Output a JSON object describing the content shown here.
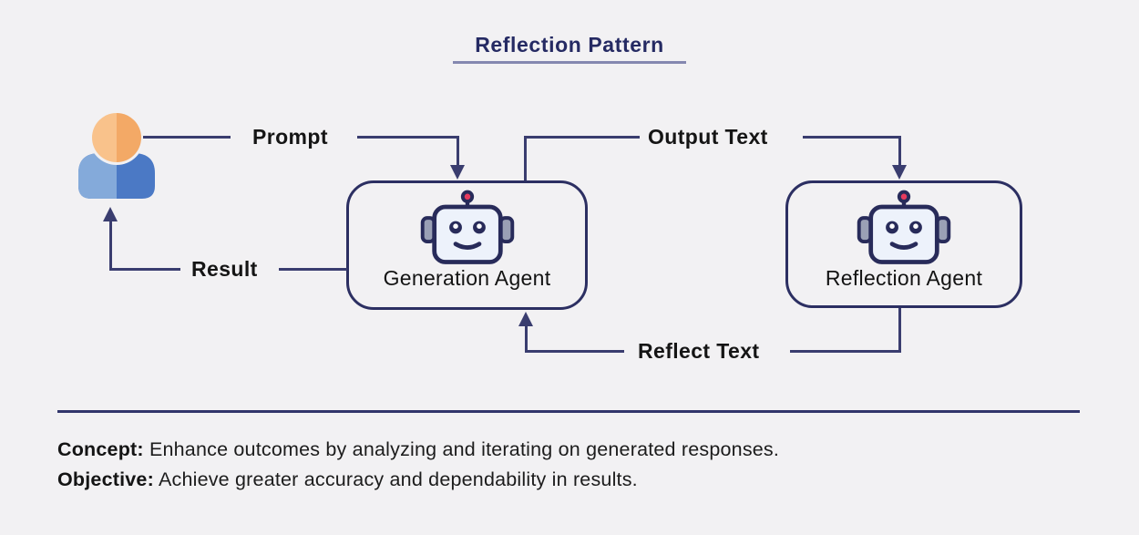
{
  "title": {
    "text": "Reflection Pattern"
  },
  "person": {
    "icon": "user-icon"
  },
  "nodes": {
    "generation": {
      "label": "Generation Agent",
      "icon": "robot-icon"
    },
    "reflection": {
      "label": "Reflection Agent",
      "icon": "robot-icon"
    }
  },
  "edges": {
    "prompt": {
      "label": "Prompt",
      "from": "user",
      "to": "generation"
    },
    "output": {
      "label": "Output Text",
      "from": "generation",
      "to": "reflection"
    },
    "reflect": {
      "label": "Reflect Text",
      "from": "reflection",
      "to": "generation"
    },
    "result": {
      "label": "Result",
      "from": "generation",
      "to": "user"
    }
  },
  "footer": {
    "concept_label": "Concept:",
    "concept_text": "Enhance outcomes by analyzing and iterating on generated responses.",
    "objective_label": "Objective:",
    "objective_text": "Achieve greater accuracy and dependability in results."
  },
  "colors": {
    "background": "#f2f1f3",
    "line": "#3a3d6f",
    "box_border": "#2c2f62",
    "title": "#252a63",
    "title_underline": "#8588b0",
    "label_text": "#151515",
    "robot_face": "#edf2fb",
    "robot_outline": "#282b5a",
    "robot_ear": "#9aa0b5",
    "antenna_ball": "#e73b5e",
    "person_head_left": "#f9c28b",
    "person_head_right": "#f3a966",
    "person_body_left": "#84aada",
    "person_body_right": "#4b79c5"
  }
}
